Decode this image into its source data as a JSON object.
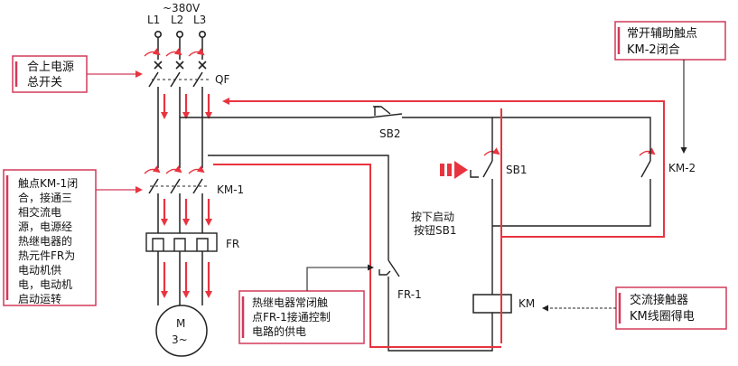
{
  "supply": {
    "voltage": "~380V",
    "lines": [
      "L1",
      "L2",
      "L3"
    ]
  },
  "labels": {
    "qf": "QF",
    "sb2": "SB2",
    "sb1": "SB1",
    "km1": "KM-1",
    "km2": "KM-2",
    "fr": "FR",
    "fr1": "FR-1",
    "km": "KM",
    "motor_m": "M",
    "motor_phase": "3~",
    "press_start_1": "按下启动",
    "press_start_2": "按钮SB1"
  },
  "callouts": {
    "main_switch": [
      "合上电源",
      "总开关"
    ],
    "km2_close": [
      "常开辅助触点",
      "KM-2闭合"
    ],
    "km1_close": [
      "触点KM-1闭",
      "合，接通三",
      "相交流电",
      "源，电源经",
      "热继电器的",
      "热元件FR为",
      "电动机供",
      "电，电动机",
      "启动运转"
    ],
    "fr1_closed": [
      "热继电器常闭触",
      "点FR-1接通控制",
      "电路的供电"
    ],
    "coil_power": [
      "交流接触器",
      "KM线圈得电"
    ]
  },
  "colors": {
    "current": "#e8343f",
    "wire": "#222222",
    "callout_border": "#d23a5a",
    "callout_bg": "#ffffff"
  }
}
